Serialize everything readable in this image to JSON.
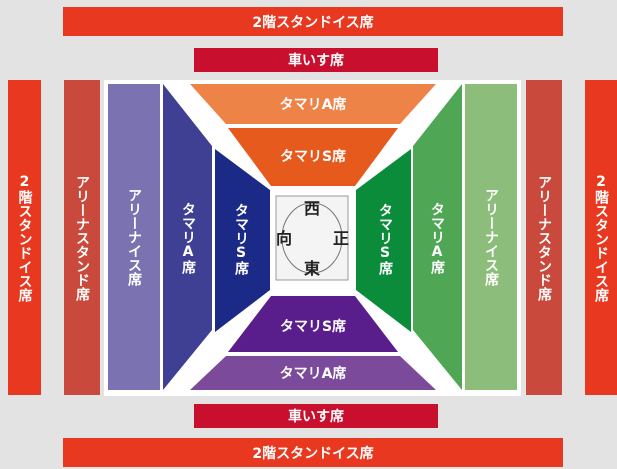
{
  "colors": {
    "background": "#e3e3e3",
    "stand2f": "#e8381f",
    "arena_stand": "#c9493c",
    "wheelchair": "#c8102e",
    "arena_box": "#7a72b1",
    "tamari_a_west": "#3f3f94",
    "tamari_s_west": "#1b2a86",
    "tamari_a_north": "#ee8347",
    "tamari_s_north": "#e65a1e",
    "tamari_s_east": "#0a8c3a",
    "tamari_a_east": "#4fa755",
    "arena_box_east": "#8dbd7b",
    "tamari_s_south": "#5a1e8c",
    "tamari_a_south": "#7b4a9a"
  },
  "sections": {
    "stand_2f_top": "2階スタンドイス席",
    "stand_2f_bottom": "2階スタンドイス席",
    "stand_2f_left": "2階スタンドイス席",
    "stand_2f_right": "2階スタンドイス席",
    "wheelchair_top": "車いす席",
    "wheelchair_bottom": "車いす席",
    "arena_stand_left": "アリーナスタンド席",
    "arena_stand_right": "アリーナスタンド席",
    "arena_box_left": "アリーナイス席",
    "arena_box_right": "アリーナイス席",
    "tamari_a_top": "タマリA席",
    "tamari_s_top": "タマリS席",
    "tamari_s_bottom": "タマリS席",
    "tamari_a_bottom": "タマリA席",
    "tamari_a_left": "タマリA席",
    "tamari_s_left": "タマリS席",
    "tamari_s_right": "タマリS席",
    "tamari_a_right": "タマリA席"
  },
  "ring": {
    "north": "西",
    "south": "東",
    "west": "向",
    "east": "正"
  }
}
